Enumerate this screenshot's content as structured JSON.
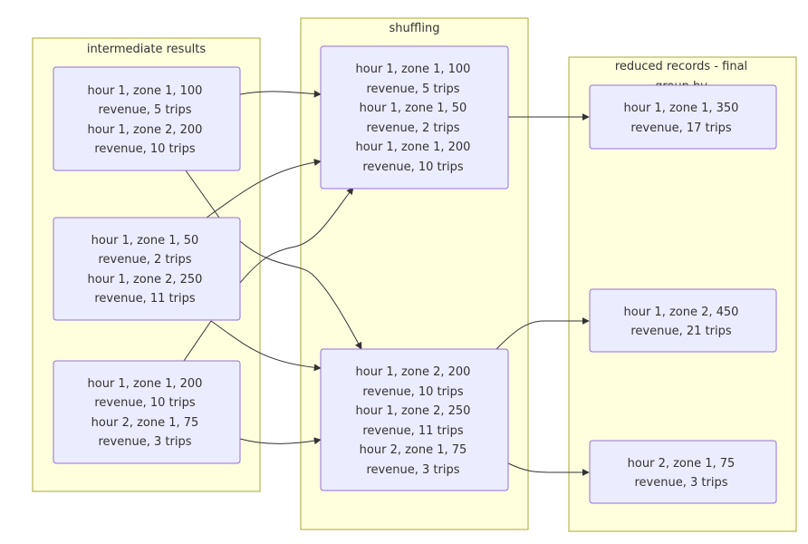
{
  "clusters": {
    "intermediate": {
      "title": "intermediate results"
    },
    "shuffling": {
      "title": "shuffling"
    },
    "reduced": {
      "title_line1": "reduced records - final",
      "title_line2": "group by"
    }
  },
  "nodes": {
    "i1": {
      "lines": [
        "hour 1, zone 1, 100",
        "revenue, 5 trips",
        "hour 1, zone 2, 200",
        "revenue, 10 trips"
      ]
    },
    "i2": {
      "lines": [
        "hour 1, zone 1, 50",
        "revenue, 2 trips",
        "hour 1, zone 2, 250",
        "revenue, 11 trips"
      ]
    },
    "i3": {
      "lines": [
        "hour 1, zone 1, 200",
        "revenue, 10 trips",
        "hour 2, zone 1, 75",
        "revenue, 3 trips"
      ]
    },
    "s1": {
      "lines": [
        "hour 1, zone 1, 100",
        "revenue, 5 trips",
        "hour 1, zone 1, 50",
        "revenue, 2 trips",
        "hour 1, zone 1, 200",
        "revenue, 10 trips"
      ]
    },
    "s2": {
      "lines": [
        "hour 1, zone 2, 200",
        "revenue, 10 trips",
        "hour 1, zone 2, 250",
        "revenue, 11 trips",
        "hour 2, zone 1, 75",
        "revenue, 3 trips"
      ]
    },
    "r1": {
      "lines": [
        "hour 1, zone 1, 350",
        "revenue, 17 trips"
      ]
    },
    "r2": {
      "lines": [
        "hour 1, zone 2, 450",
        "revenue, 21 trips"
      ]
    },
    "r3": {
      "lines": [
        "hour 2, zone 1, 75",
        "revenue, 3 trips"
      ]
    }
  },
  "edges": [
    {
      "from": "i1",
      "to": "s1"
    },
    {
      "from": "i1",
      "to": "s2"
    },
    {
      "from": "i2",
      "to": "s1"
    },
    {
      "from": "i2",
      "to": "s2"
    },
    {
      "from": "i3",
      "to": "s1"
    },
    {
      "from": "i3",
      "to": "s2"
    },
    {
      "from": "s1",
      "to": "r1"
    },
    {
      "from": "s2",
      "to": "r2"
    },
    {
      "from": "s2",
      "to": "r3"
    }
  ]
}
